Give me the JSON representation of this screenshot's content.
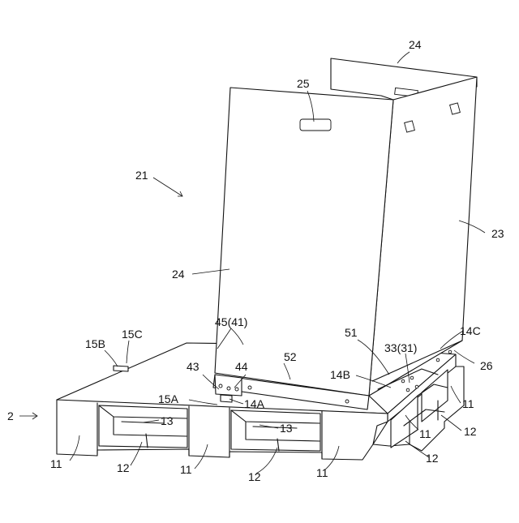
{
  "labels": {
    "l24_top": "24",
    "l25": "25",
    "l21": "21",
    "l23": "23",
    "l24_left": "24",
    "l45_41": "45(41)",
    "l15c": "15C",
    "l15b": "15B",
    "l43": "43",
    "l44": "44",
    "l52": "52",
    "l51": "51",
    "l33_31": "33(31)",
    "l14c": "14C",
    "l26": "26",
    "l14b": "14B",
    "l15a": "15A",
    "l14a": "14A",
    "l2": "2",
    "l13_a": "13",
    "l13_b": "13",
    "l11_right_upper": "11",
    "l11_right_mid": "11",
    "l12_right_upper": "12",
    "l12_right_lower": "12",
    "l11_left": "11",
    "l12_left": "12",
    "l11_center": "11",
    "l12_center": "12",
    "l11_front_right": "11"
  }
}
